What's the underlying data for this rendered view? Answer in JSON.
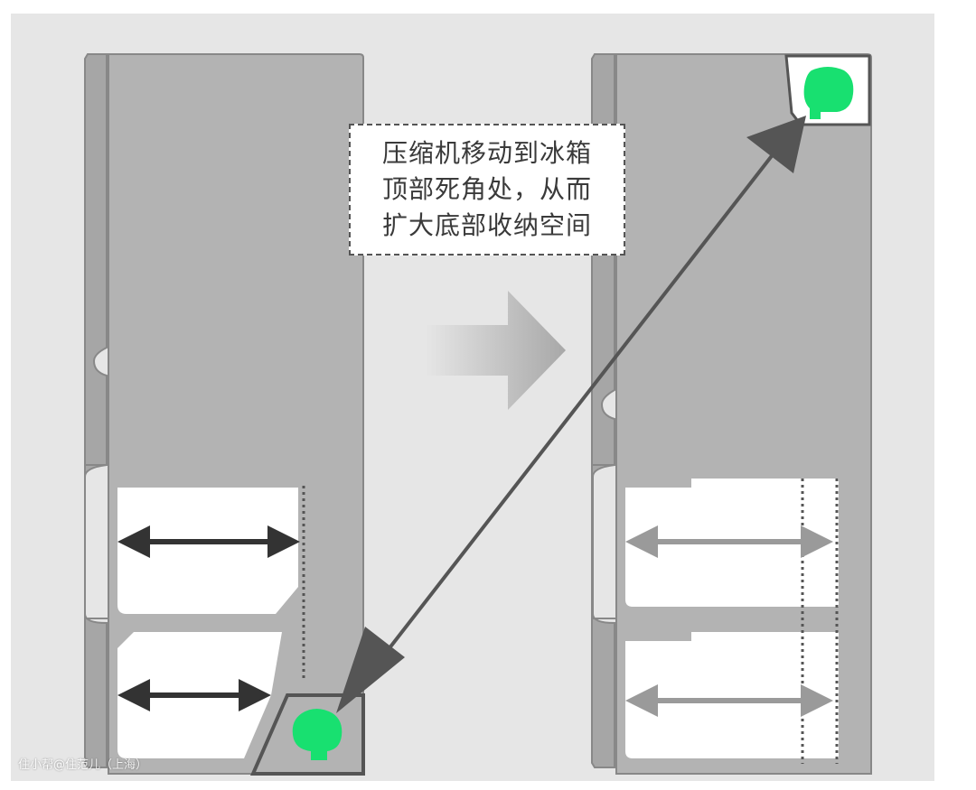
{
  "caption": {
    "line1": "压缩机移动到冰箱",
    "line2": "顶部死角处，从而",
    "line3": "扩大底部收纳空间"
  },
  "watermark": "住小帮@住范儿（上海）",
  "colors": {
    "background": "#e6e6e6",
    "fridge_body": "#b3b3b3",
    "door_strip": "#a6a6a6",
    "outline": "#888888",
    "drawer": "#ffffff",
    "compressor": "#18e070",
    "arrow_dark": "#333333",
    "arrow_light": "#9a9a9a",
    "connector": "#555555"
  },
  "icons": {
    "compressor_before": "compressor-icon",
    "compressor_after": "compressor-icon",
    "transition": "right-arrow-icon"
  }
}
